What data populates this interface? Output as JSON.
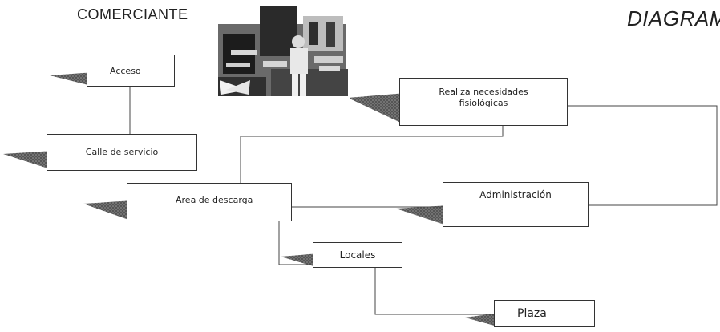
{
  "titles": {
    "left": "COMERCIANTE",
    "right": "DIAGRAMA"
  },
  "boxes": {
    "acceso": "Acceso",
    "calle": "Calle de servicio",
    "area": "Area de descarga",
    "admin": "Administración",
    "realiza_line1": "Realiza necesidades",
    "realiza_line2": "fisiológicas",
    "locales": "Locales",
    "plaza": "Plaza"
  },
  "colors": {
    "box_border": "#333333",
    "shadow": "#2a2a2a",
    "line": "#444444"
  },
  "icons": {
    "photo": "merchant-photo"
  }
}
